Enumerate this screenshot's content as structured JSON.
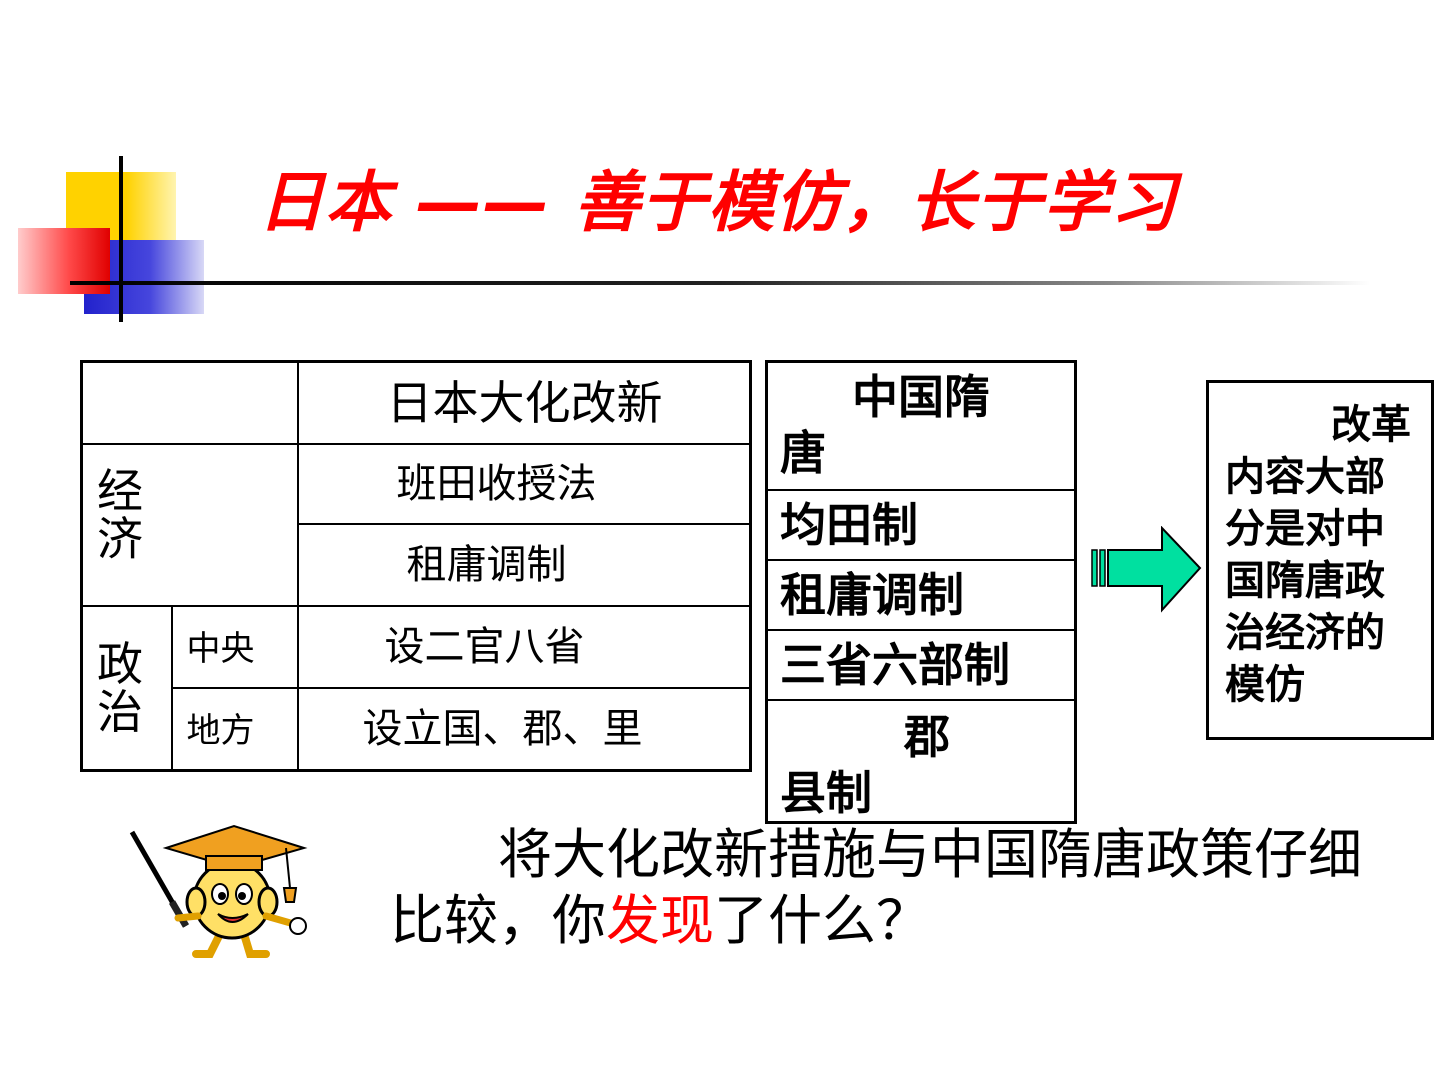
{
  "title": "日本 —— 善于模仿，长于学习",
  "japan_table": {
    "header": "日本大化改新",
    "economy_label": "经济",
    "economy_items": [
      "班田收授法",
      "租庸调制"
    ],
    "politics_label": "政治",
    "central_label": "中央",
    "central_value": "设二官八省",
    "local_label": "地方",
    "local_value": "设立国、郡、里"
  },
  "china_table": {
    "header": "中国隋唐",
    "items": [
      "均田制",
      "租庸调制",
      "三省六部制",
      "郡县制"
    ]
  },
  "conclusion": "改革内容大部分是对中国隋唐政治经济的模仿",
  "question": {
    "part1": "将大化改新措施与中国隋唐政策仔细比较，你",
    "highlight": "发现",
    "part2": "了什么？"
  },
  "colors": {
    "title": "#ff0000",
    "arrow": "#00e0a0",
    "highlight": "#ff0000"
  },
  "icons": [
    "teacher-cartoon-icon",
    "arrow-right-icon"
  ]
}
